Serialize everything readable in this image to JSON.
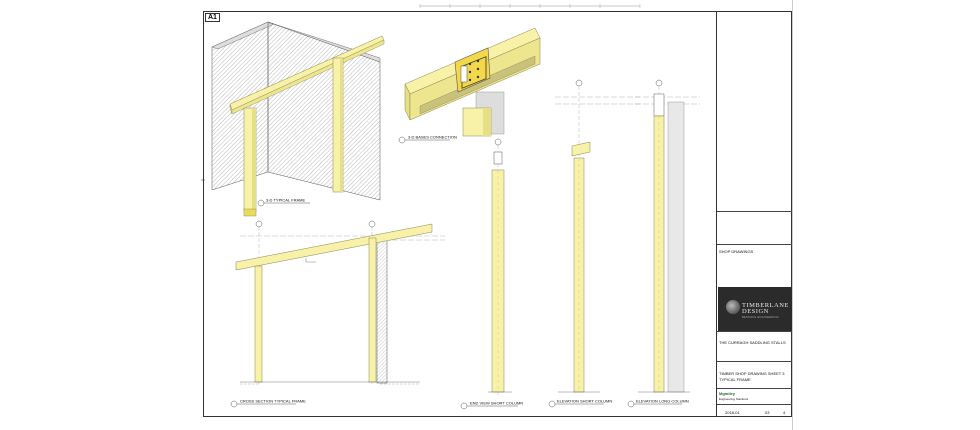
{
  "sheet": {
    "label": "A1"
  },
  "views": {
    "typical_frame_3d": "3-D TYPICAL FRAME",
    "bases_connection_3d": "3-D BASES CONNECTION",
    "cross_section": "CROSS SECTION TYPICAL FRAME",
    "end_view_short_column": "END VIEW SHORT COLUMN",
    "elevation_short_column": "ELEVATION SHORT COLUMN",
    "elevation_long_column": "ELEVATION LONG COLUMN"
  },
  "title_block": {
    "drawing_type": "SHOP DRAWINGS",
    "company_name_1": "TIMBERLANE",
    "company_name_2": "DESIGN",
    "company_tagline": "BESPOKE ENGINEERING",
    "project": "THE CURRAGH SADDLING STALLS",
    "drawing_title_1": "TIMBER SHOP DRAWING SHEET 3",
    "drawing_title_2": "TYPICAL FRAME",
    "engineer": "Mgmiley",
    "engineer_sub": "Engineering Solutions",
    "drawing_number": "2018-01",
    "sheet_code": "03",
    "revision": "4"
  },
  "colors": {
    "timber": "#f7f2a8",
    "timber_edge": "#8a8550",
    "steel_plate": "#f2d84a",
    "wall_hatch": "#888888",
    "logo_bg": "#2b2b2b"
  }
}
